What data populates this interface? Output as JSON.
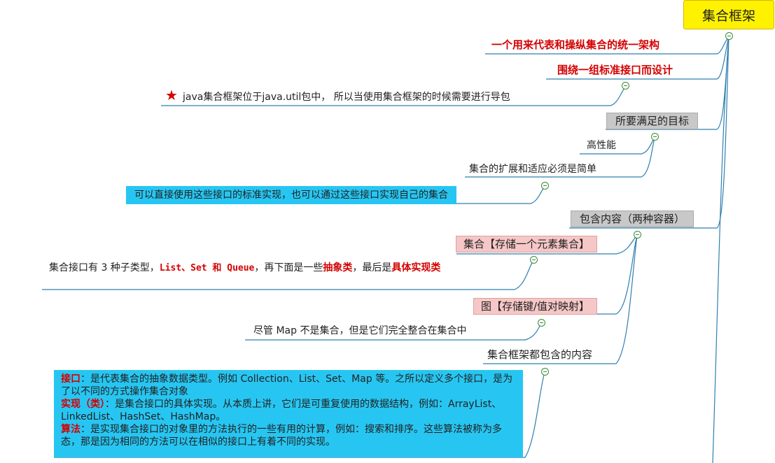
{
  "root": {
    "title": "集合框架"
  },
  "nodes": {
    "unified_arch": "一个用来代表和操纵集合的统一架构",
    "std_interface": "围绕一组标准接口而设计",
    "java_util": "java集合框架位于java.util包中， 所以当使用集合框架的时候需要进行导包",
    "goals": "所要满足的目标",
    "high_perf": "高性能",
    "extend_simple": "集合的扩展和适应必须是简单",
    "direct_use": "可以直接使用这些接口的标准实现，也可以通过这些接口实现自己的集合",
    "contains": "包含内容（两种容器）",
    "collection": "集合【存储一个元素集合】",
    "coll_desc_a": "集合接口有 3 种子类型，",
    "coll_desc_b": "List、Set 和 Queue",
    "coll_desc_c": "，再下面是一些",
    "coll_desc_d": "抽象类",
    "coll_desc_e": "，最后是",
    "coll_desc_f": "具体实现类",
    "map": "图【存储键/值对映射】",
    "map_desc": "尽管 Map 不是集合，但是它们完全整合在集合中",
    "framework_contents": "集合框架都包含的内容"
  },
  "details": {
    "interface_label": "接口",
    "interface_text": "：是代表集合的抽象数据类型。例如 Collection、List、Set、Map 等。之所以定义多个接口，是为了以不同的方式操作集合对象",
    "impl_label": "实现（类）",
    "impl_text": "：是集合接口的具体实现。从本质上讲，它们是可重复使用的数据结构，例如：ArrayList、LinkedList、HashSet、HashMap。",
    "algo_label": "算法",
    "algo_text": "：是实现集合接口的对象里的方法执行的一些有用的计算，例如：搜索和排序。这些算法被称为多态，那是因为相同的方法可以在相似的接口上有着不同的实现。"
  },
  "icons": {
    "star": "star-icon",
    "collapse": "collapse-toggle-icon"
  },
  "colors": {
    "root": "#fff200",
    "highlight": "#27c6f2",
    "category": "#c8c8c8",
    "pink": "#f6c7c7",
    "emphasis": "#d40000",
    "connector": "#2e7fb0"
  }
}
